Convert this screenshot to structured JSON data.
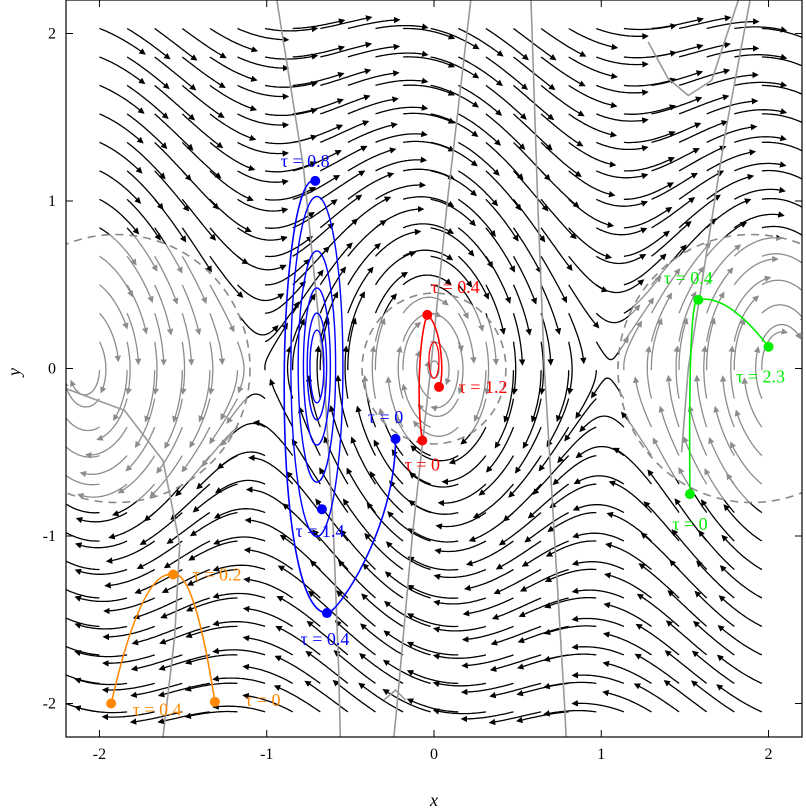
{
  "chart_data": {
    "type": "streamplot",
    "xlabel": "x",
    "ylabel": "y",
    "xlim": [
      -2.2,
      2.2
    ],
    "ylim": [
      -2.2,
      2.2
    ],
    "x_ticks": [
      {
        "value": -2,
        "label": "-2"
      },
      {
        "value": -1,
        "label": "-1"
      },
      {
        "value": 0,
        "label": "0"
      },
      {
        "value": 1,
        "label": "1"
      },
      {
        "value": 2,
        "label": "2"
      }
    ],
    "y_ticks": [
      {
        "value": -2,
        "label": "-2"
      },
      {
        "value": -1,
        "label": "-1"
      },
      {
        "value": 0,
        "label": "0"
      },
      {
        "value": 1,
        "label": "1"
      },
      {
        "value": 2,
        "label": "2"
      }
    ],
    "stream_color": "#000000",
    "nullcline_color": "#999999",
    "region_color": "#888888",
    "nullclines": [
      [
        [
          -0.94,
          2.2
        ],
        [
          -0.78,
          1.2
        ],
        [
          -0.66,
          0
        ],
        [
          -0.6,
          -1.0
        ],
        [
          -0.57,
          -1.8
        ],
        [
          -0.56,
          -2.2
        ]
      ],
      [
        [
          0.22,
          2.2
        ],
        [
          0.08,
          1.0
        ],
        [
          -0.02,
          0
        ],
        [
          -0.13,
          -1.0
        ],
        [
          -0.22,
          -2.0
        ],
        [
          -0.24,
          -2.2
        ]
      ],
      [
        [
          0.58,
          2.2
        ],
        [
          0.62,
          1.0
        ],
        [
          0.66,
          0
        ],
        [
          0.72,
          -1.0
        ],
        [
          0.78,
          -2.0
        ],
        [
          0.79,
          -2.2
        ]
      ],
      [
        [
          1.89,
          2.2
        ],
        [
          1.74,
          1.4
        ],
        [
          1.6,
          0.5
        ],
        [
          1.52,
          0
        ],
        [
          1.48,
          -0.5
        ]
      ],
      [
        [
          -2.2,
          -0.12
        ],
        [
          -1.85,
          -0.25
        ],
        [
          -1.62,
          -0.55
        ],
        [
          -1.52,
          -1.05
        ],
        [
          -1.55,
          -1.6
        ],
        [
          -1.62,
          -2.2
        ]
      ],
      [
        [
          1.28,
          1.95
        ],
        [
          1.4,
          1.73
        ],
        [
          1.52,
          1.63
        ],
        [
          1.66,
          1.72
        ],
        [
          1.82,
          2.2
        ]
      ],
      [
        [
          -0.3,
          -1.98
        ],
        [
          -0.23,
          -1.92
        ],
        [
          -0.17,
          -1.98
        ]
      ]
    ],
    "regions": [
      {
        "cx": -1.9,
        "cy": 0,
        "rx": 0.8,
        "ry": 0.8
      },
      {
        "cx": 0,
        "cy": 0,
        "rx": 0.43,
        "ry": 0.45
      },
      {
        "cx": 1.9,
        "cy": 0,
        "rx": 0.8,
        "ry": 0.8
      }
    ],
    "trajectories": [
      {
        "color": "#0000ff",
        "path": "spiral",
        "points": [
          {
            "x": -0.23,
            "y": -0.42,
            "label": "τ = 0"
          },
          {
            "x": -0.71,
            "y": 1.12,
            "label": "τ = 0.8"
          },
          {
            "x": -0.67,
            "y": -0.84,
            "label": "τ = 1.4"
          },
          {
            "x": -0.64,
            "y": -1.46,
            "label": "τ = 0.4"
          }
        ]
      },
      {
        "color": "#ff0000",
        "path": "spiral",
        "points": [
          {
            "x": -0.07,
            "y": -0.43,
            "label": "τ = 0"
          },
          {
            "x": -0.04,
            "y": 0.32,
            "label": "τ = 0.4"
          },
          {
            "x": 0.03,
            "y": -0.11,
            "label": "τ = 1.2"
          }
        ]
      },
      {
        "color": "#00ee00",
        "path": "curve",
        "points": [
          {
            "x": 1.53,
            "y": -0.75,
            "label": "τ = 0"
          },
          {
            "x": 1.58,
            "y": 0.41,
            "label": "τ = 0.4"
          },
          {
            "x": 2.0,
            "y": 0.13,
            "label": "τ = 2.3"
          }
        ]
      },
      {
        "color": "#ff8800",
        "path": "curve",
        "points": [
          {
            "x": -1.31,
            "y": -1.99,
            "label": "τ = 0"
          },
          {
            "x": -1.56,
            "y": -1.23,
            "label": "τ = 0.2"
          },
          {
            "x": -1.93,
            "y": -2.0,
            "label": "τ = 0.4"
          }
        ]
      }
    ]
  }
}
